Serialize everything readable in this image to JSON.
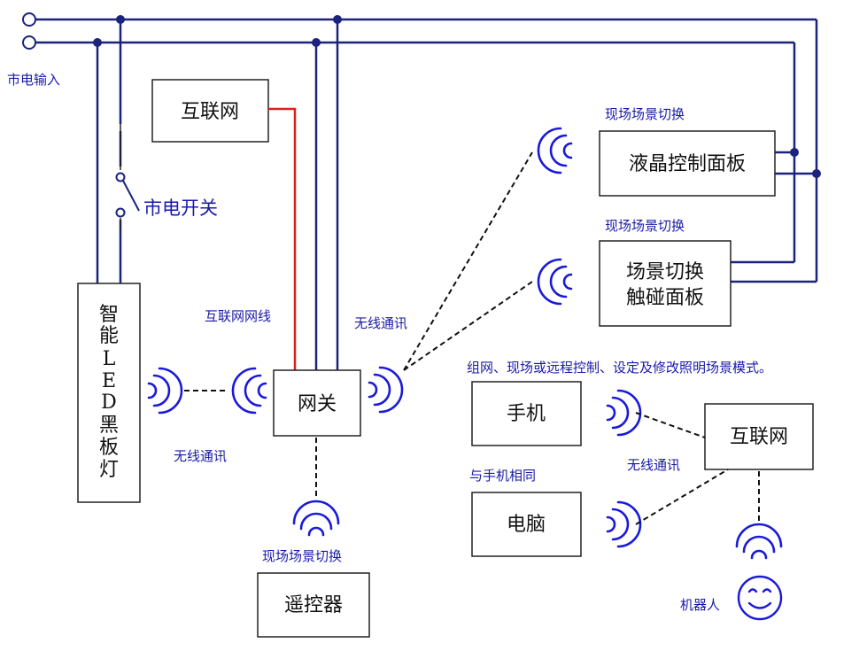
{
  "colors": {
    "wire": "#1a237e",
    "internet_cable": "#e02020",
    "wireless": "#1a1ad8",
    "label": "#1a1aa8",
    "box_border": "#222222"
  },
  "mains": {
    "input_label": "市电输入",
    "switch_label": "市电开关"
  },
  "boxes": {
    "internet_top": "互联网",
    "gateway": "网关",
    "blackboard_light_chars": [
      "智",
      "能",
      "L",
      "E",
      "D",
      "黑",
      "板",
      "灯"
    ],
    "lcd_panel": "液晶控制面板",
    "scene_panel_line1": "场景切换",
    "scene_panel_line2": "触碰面板",
    "phone": "手机",
    "computer": "电脑",
    "internet_right": "互联网",
    "remote": "遥控器"
  },
  "labels": {
    "internet_cable": "互联网网线",
    "wireless_gateway": "无线通讯",
    "wireless_light": "无线通讯",
    "wireless_cloud": "无线通讯",
    "scene_switch_lcd": "现场场景切换",
    "scene_switch_touch": "现场场景切换",
    "scene_switch_remote": "现场场景切换",
    "networking_note": "组网、现场或远程控制、设定及修改照明场景模式。",
    "same_as_phone": "与手机相同",
    "robot": "机器人"
  },
  "icons": {
    "wireless": "wireless-wave-icon",
    "robot_face": "smiley-face-icon",
    "terminal": "terminal-circle-icon"
  }
}
